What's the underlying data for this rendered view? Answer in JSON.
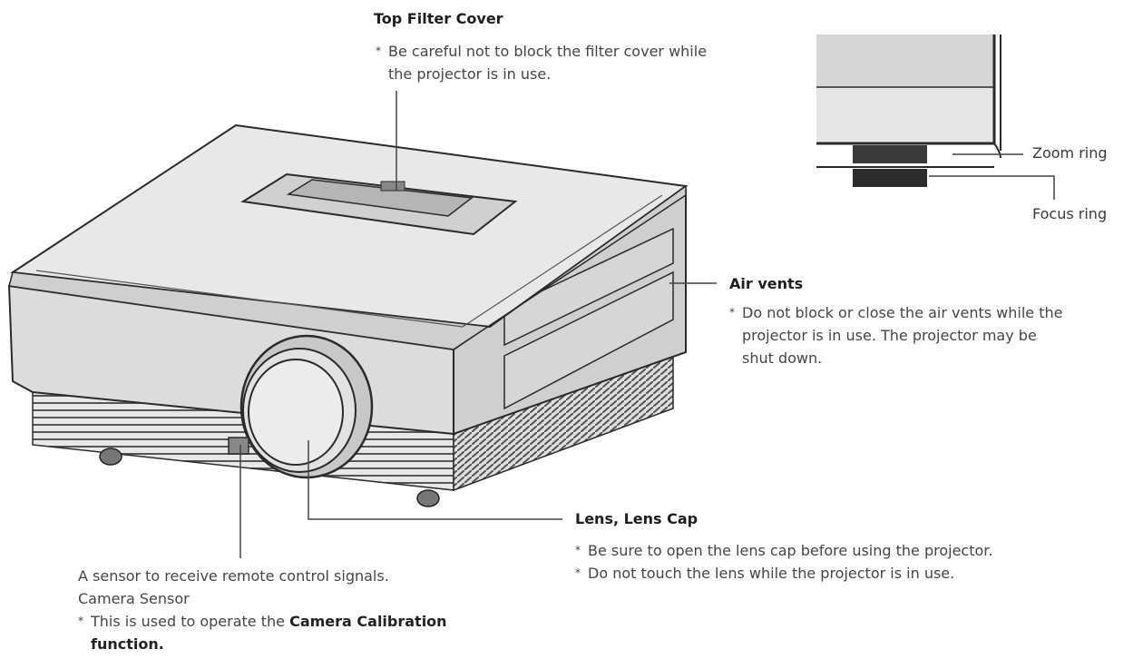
{
  "callouts": {
    "top_filter": {
      "title": "Top Filter Cover",
      "note_star": "*",
      "note_line1": "Be careful not to block the filter cover while",
      "note_line2": "the projector is in use."
    },
    "zoom_ring": {
      "label": "Zoom ring"
    },
    "focus_ring": {
      "label": "Focus ring"
    },
    "air_vents": {
      "title": "Air vents",
      "note_star": "*",
      "note_line1": "Do not block or close the air vents while the",
      "note_line2": "projector is in use. The projector may be",
      "note_line3": "shut down."
    },
    "lens": {
      "title": "Lens, Lens Cap",
      "note1_star": "*",
      "note1": "Be sure to open the lens cap before using the projector.",
      "note2_star": "*",
      "note2": "Do not touch the lens while the projector is in use."
    },
    "sensor": {
      "line1": "A sensor to receive remote control signals.",
      "line2": "Camera Sensor",
      "note_star": "*",
      "note_pre": "This is used to operate the ",
      "note_bold1": "Camera Calibration",
      "note_bold2": "function."
    }
  },
  "colors": {
    "outline": "#2a2a2a",
    "body_fill": "#d9d9d9",
    "top_fill": "#e6e6e6",
    "front_fill": "#dcdcdc",
    "side_fill": "#cfcfcf",
    "dark": "#3a3a3a"
  }
}
